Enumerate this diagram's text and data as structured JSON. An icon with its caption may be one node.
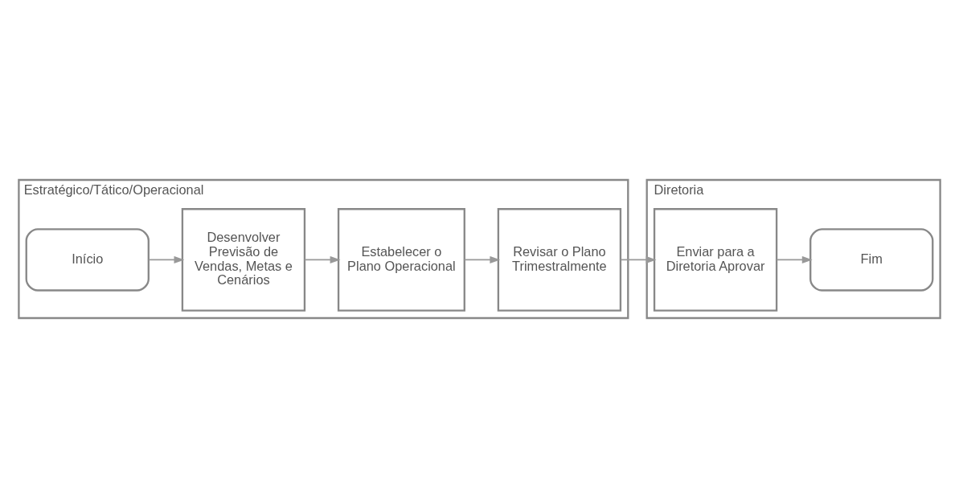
{
  "diagram": {
    "nodes": [
      {
        "text": [
          "Estratégico/Tático/Operacional"
        ]
      },
      {
        "text": [
          "Início"
        ],
        "in": 0
      },
      {
        "text": [
          "Desenvolver Previsão de Vendas, Metas e Cenários"
        ],
        "in": 0
      },
      {
        "text": [
          "Estabelecer o Plano Operacional"
        ],
        "in": 0
      },
      {
        "text": [
          "Revisar o Plano Trimestralmente"
        ],
        "in": 0
      },
      {
        "text": [
          "Diretoria"
        ]
      },
      {
        "text": [
          "Fim"
        ],
        "in": 5
      },
      {
        "text": [
          "Enviar para a Diretoria Aprovar"
        ],
        "in": 5
      }
    ],
    "edges": [
      {
        "from": 1,
        "to": 2,
        "arrow": "to"
      },
      {
        "from": 2,
        "to": 3,
        "arrow": "to"
      },
      {
        "from": 3,
        "to": 4,
        "arrow": "to"
      },
      {
        "from": 4,
        "to": 7,
        "arrow": "to"
      },
      {
        "from": 7,
        "to": 6,
        "arrow": "to"
      }
    ]
  }
}
